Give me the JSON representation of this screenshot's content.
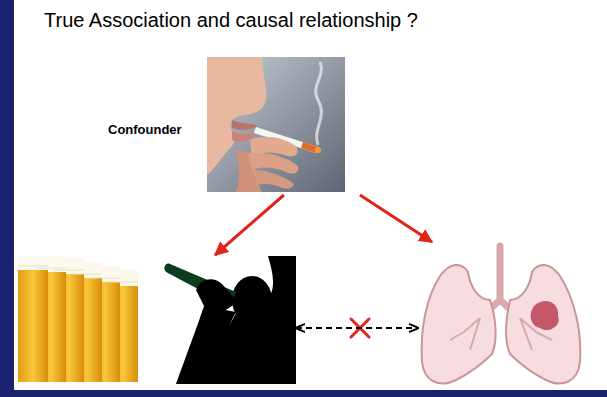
{
  "diagram": {
    "title": "True Association and causal relationship ?",
    "nodes": [
      {
        "text": [
          "Confounder"
        ]
      },
      {
        "text": []
      },
      {
        "text": []
      }
    ],
    "edges": [
      {
        "from": 0,
        "to": 1,
        "arrow": "to"
      },
      {
        "from": 0,
        "to": 2,
        "arrow": "to"
      },
      {
        "from": 1,
        "to": 2,
        "arrow": "both"
      }
    ]
  }
}
